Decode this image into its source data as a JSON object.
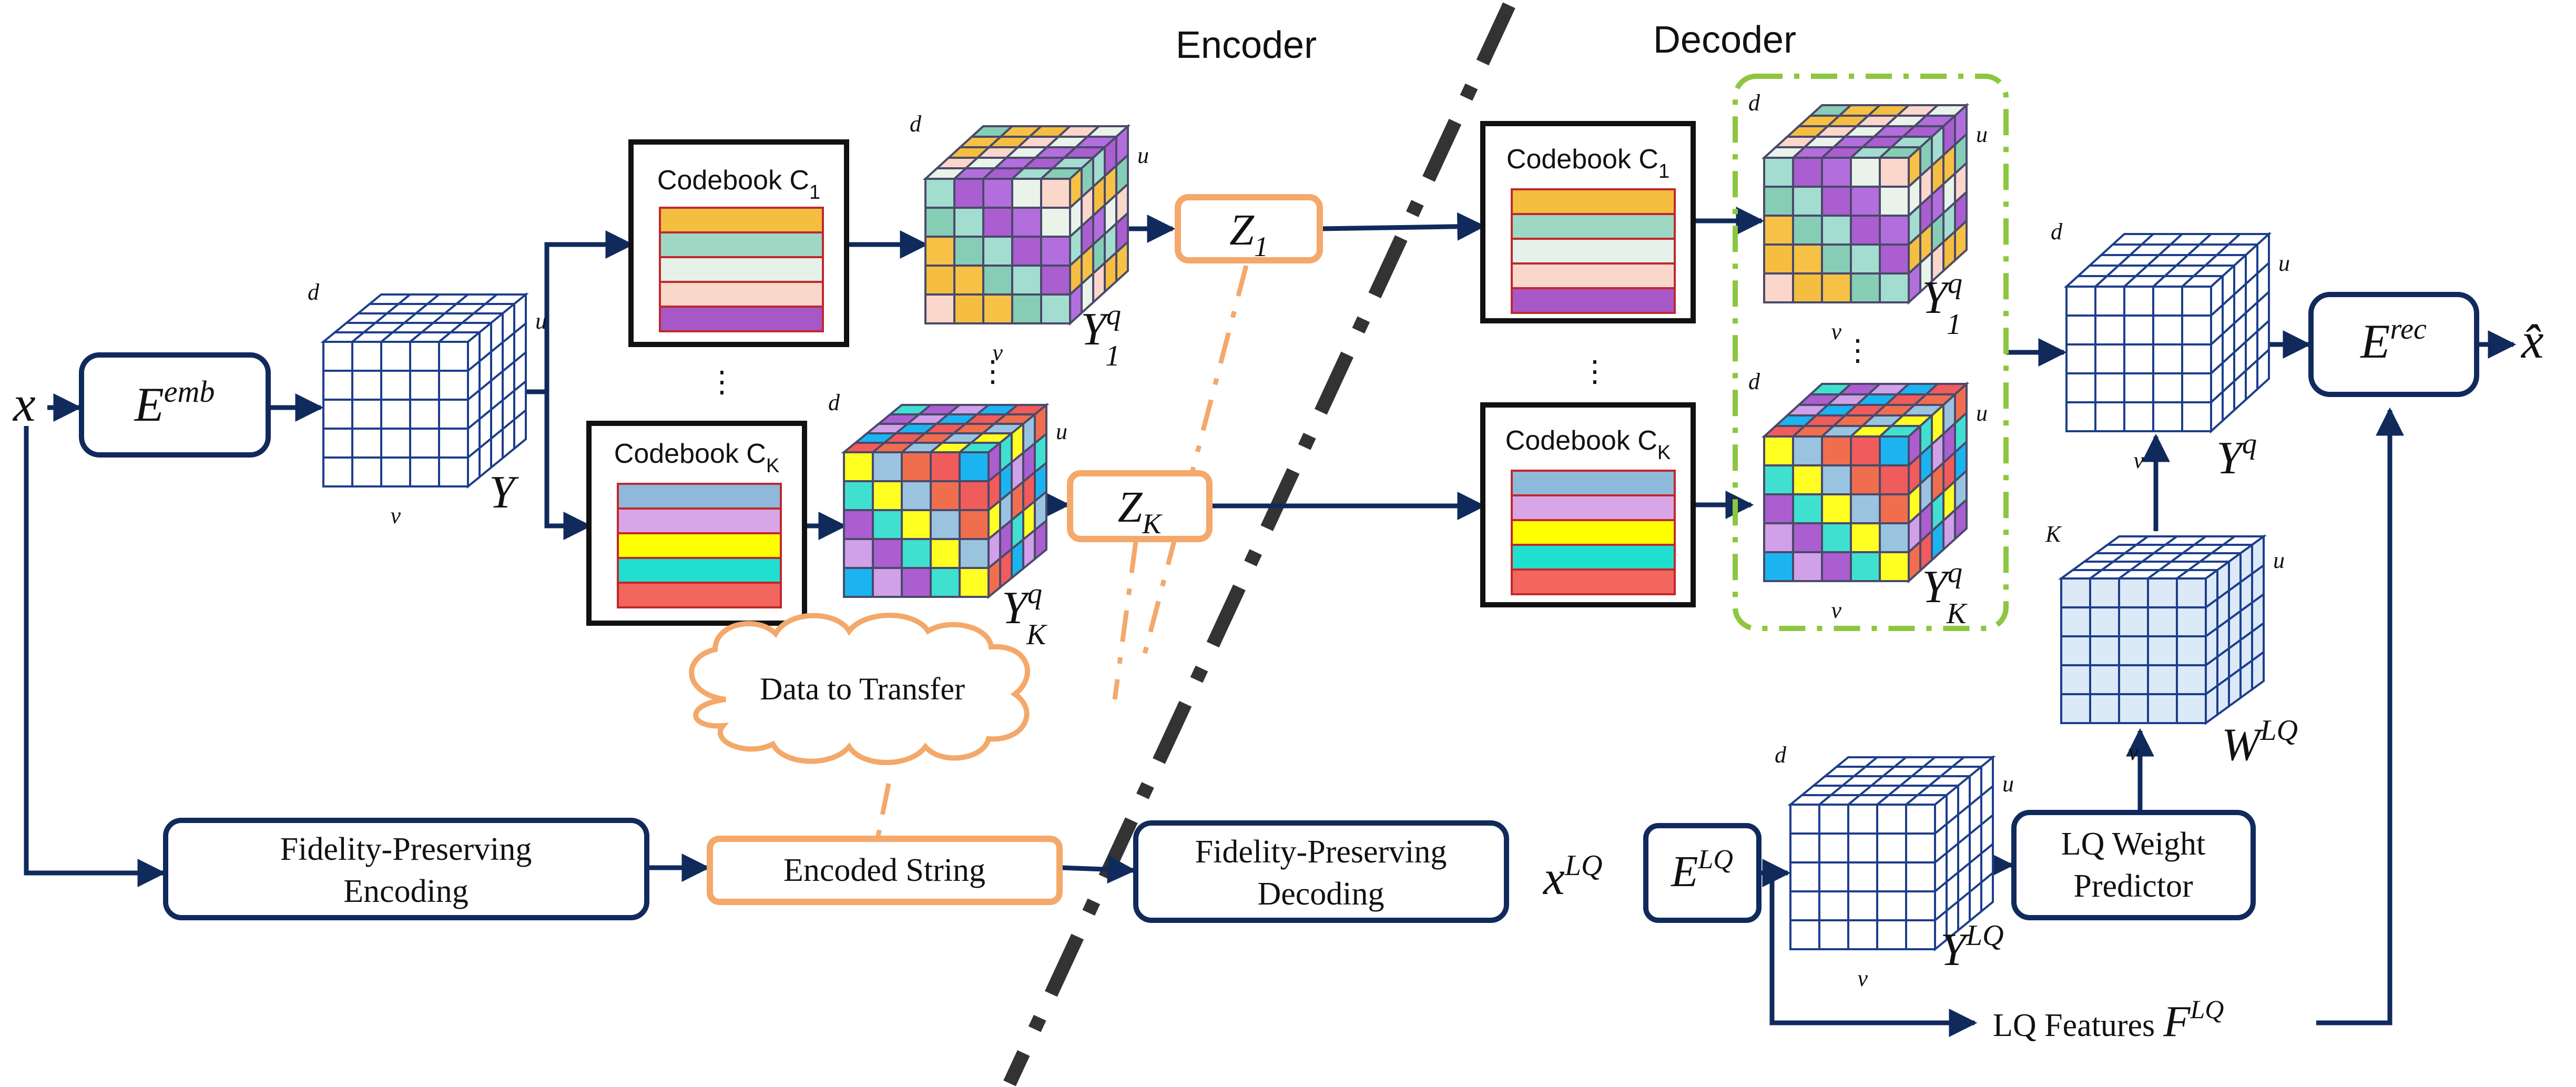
{
  "headers": {
    "encoder": "Encoder",
    "decoder": "Decoder"
  },
  "input": {
    "x": "x"
  },
  "output": {
    "x_hat": "x̂"
  },
  "embedding": {
    "label": "E",
    "sup": "emb"
  },
  "codebooks": {
    "c1": {
      "label": "Codebook C",
      "sub": "1",
      "colors": [
        "#F4BE40",
        "#9ED8C4",
        "#E6F1EA",
        "#F9D7CB",
        "#A857C7"
      ]
    },
    "ck": {
      "label": "Codebook C",
      "sub": "K",
      "colors": [
        "#8EB9DA",
        "#D8A6E6",
        "#FFFF00",
        "#1FE0D0",
        "#F3665E"
      ]
    }
  },
  "ellipsis": {
    "v": "⋮",
    "dots": "⋮"
  },
  "tensors": {
    "Y": {
      "label": "Y",
      "d": "d",
      "u": "u",
      "v": "v"
    },
    "Yq1": {
      "label": "Y",
      "sup": "q",
      "sub": "1"
    },
    "YqK": {
      "label": "Y",
      "sup": "q",
      "sub": "K"
    },
    "Yq": {
      "label": "Y",
      "sup": "q"
    },
    "WLQ": {
      "label": "W",
      "sup": "LQ",
      "k": "K"
    },
    "YLQ": {
      "label": "Y",
      "sup": "LQ"
    }
  },
  "indices": {
    "z1": {
      "label": "Z",
      "sub": "1"
    },
    "zk": {
      "label": "Z",
      "sub": "K"
    }
  },
  "cloud": {
    "label": "Data to Transfer"
  },
  "fp_encoding": {
    "line1": "Fidelity-Preserving",
    "line2": "Encoding"
  },
  "encoded_string": {
    "label": "Encoded String"
  },
  "fp_decoding": {
    "line1": "Fidelity-Preserving",
    "line2": "Decoding"
  },
  "x_lq": {
    "label": "x",
    "sup": "LQ"
  },
  "e_lq": {
    "label": "E",
    "sup": "LQ"
  },
  "lq_predictor": {
    "line1": "LQ Weight",
    "line2": "Predictor"
  },
  "lq_features": {
    "label": "LQ Features",
    "f": "F",
    "sup": "LQ"
  },
  "e_rec": {
    "label": "E",
    "sup": "rec"
  },
  "colors": {
    "navy": "#102A5C",
    "orange": "#F4A86A",
    "green": "#8DC63F",
    "divider": "#333333",
    "grid_blue": "#1D3E8C",
    "light_blue_fill": "#DCE9F7",
    "grid_yq1": [
      "#A3DDD0",
      "#E9F3E9",
      "#F6C144",
      "#AA5ED0",
      "#FAD6CB",
      "#86CDB6",
      "#B36EDD",
      "#F5BE41"
    ],
    "grid_yqk": [
      "#FFFF22",
      "#F05B5B",
      "#AA5ED0",
      "#9AC3E0",
      "#1CB4F0",
      "#40E0D0",
      "#F06E4E",
      "#D0A0E8"
    ]
  }
}
